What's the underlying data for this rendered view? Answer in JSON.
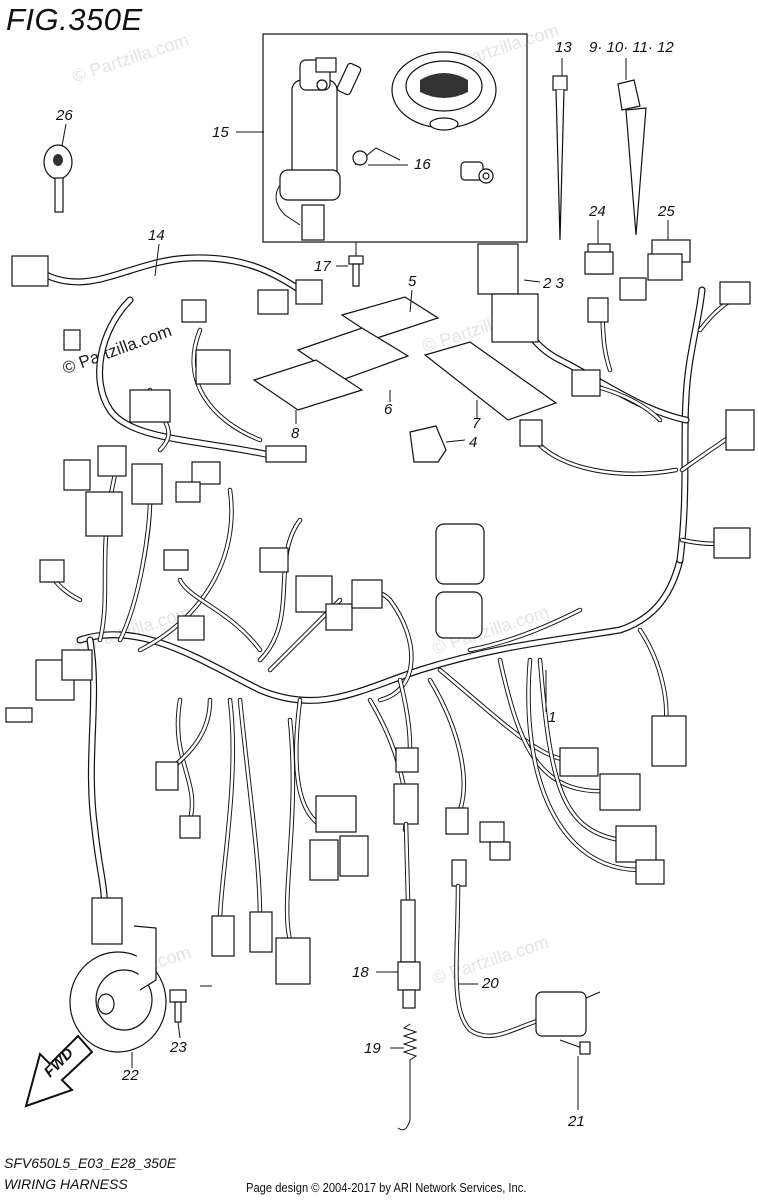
{
  "figure": {
    "title": "FIG.350E"
  },
  "watermark": {
    "text": "© Partzilla.com"
  },
  "callouts": {
    "c1": "1",
    "c2_3": "2 3",
    "c4": "4",
    "c5": "5",
    "c6": "6",
    "c7": "7",
    "c8": "8",
    "c9_12": "9· 10· 11· 12",
    "c13": "13",
    "c14": "14",
    "c15": "15",
    "c16": "16",
    "c17": "17",
    "c18": "18",
    "c19": "19",
    "c20": "20",
    "c21": "21",
    "c22": "22",
    "c23": "23",
    "c24": "24",
    "c25": "25",
    "c26": "26"
  },
  "fwd_label": "FWD",
  "footer": {
    "model": "SFV650L5_E03_E28_350E",
    "name": "WIRING HARNESS",
    "copyright": "Page design © 2004-2017 by ARI Network Services, Inc."
  }
}
